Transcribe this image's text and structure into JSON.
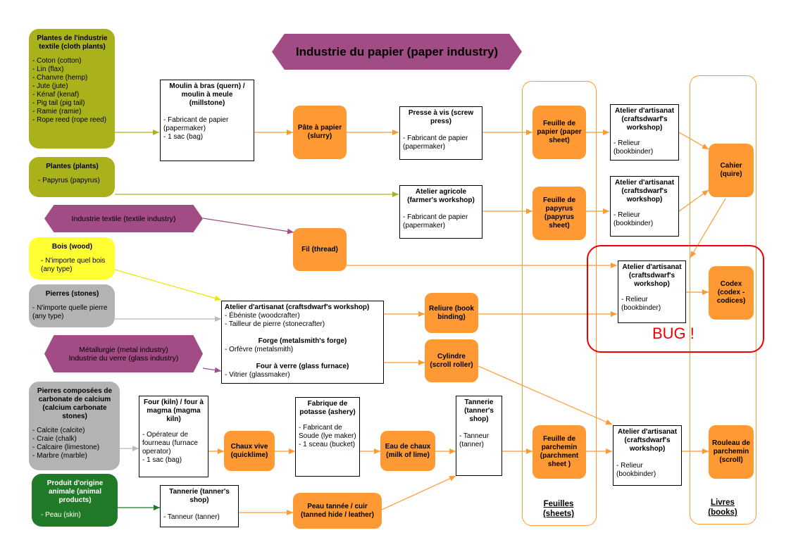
{
  "title": "Industrie du papier (paper industry)",
  "sources": {
    "textile_plants": {
      "title": "Plantes de l'industrie textile (cloth plants)",
      "items": [
        "- Coton (cotton)",
        "- Lin (flax)",
        "- Chanvre (hemp)",
        "- Jute (jute)",
        "- Kénaf (kenaf)",
        "- Pig tail (pig tail)",
        "- Ramie (ramie)",
        "- Rope reed (rope reed)"
      ]
    },
    "plants": {
      "title": "Plantes (plants)",
      "items": [
        "- Papyrus (papyrus)"
      ]
    },
    "wood": {
      "title": "Bois (wood)",
      "items": [
        "- N'importe quel bois (any type)"
      ]
    },
    "stones": {
      "title": "Pierres (stones)",
      "items": [
        "- N'importe quelle pierre (any type)"
      ]
    },
    "calcium": {
      "title": "Pierres composées de carbonate de calcium (calcium carbonate stones)",
      "items": [
        "- Calcite (calcite)",
        "- Craie (chalk)",
        "- Calcaire (limestone)",
        "- Marbre (marble)"
      ]
    },
    "animal": {
      "title": "Produit d'origine animale (animal products)",
      "items": [
        "- Peau (skin)"
      ]
    }
  },
  "industries": {
    "textile": "Industrie textile (textile industry)",
    "metal_glass": [
      "Métallurgie  (metal industry)",
      "Industrie du verre  (glass industry)"
    ]
  },
  "processes": {
    "moulin": {
      "title": "Moulin à bras (quern) / moulin à meule (millstone)",
      "items": [
        "- Fabricant de papier (papermaker)",
        "- 1 sac (bag)"
      ]
    },
    "presse": {
      "title": "Presse à vis (screw press)",
      "items": [
        "- Fabricant de papier (papermaker)"
      ]
    },
    "atelier_agricole": {
      "title": "Atelier agricole (farmer's workshop)",
      "items": [
        "- Fabricant de papier (papermaker)"
      ]
    },
    "craft1": {
      "title": "Atelier d'artisanat (craftsdwarf's workshop)",
      "items": [
        "- Relieur (bookbinder)"
      ]
    },
    "craft2": {
      "title": "Atelier d'artisanat (craftsdwarf's workshop)",
      "items": [
        "- Relieur (bookbinder)"
      ]
    },
    "craft3": {
      "title": "Atelier d'artisanat (craftsdwarf's workshop)",
      "items": [
        "- Relieur (bookbinder)"
      ]
    },
    "craft4": {
      "title": "Atelier d'artisanat (craftsdwarf's workshop)",
      "items": [
        "- Relieur (bookbinder)"
      ]
    },
    "big": {
      "t1": "Atelier d'artisanat (craftsdwarf's workshop)",
      "i1": [
        "- Ébéniste (woodcrafter)",
        "- Tailleur de pierre (stonecrafter)"
      ],
      "t2": "Forge (metalsmith's forge)",
      "i2": [
        "- Orfèvre (metalsmith)"
      ],
      "t3": "Four à verre (glass furnace)",
      "i3": [
        "- Vitrier (glassmaker)"
      ]
    },
    "four": {
      "title": "Four (kiln) / four à magma (magma kiln)",
      "items": [
        "- Opérateur de fourneau (furnace operator)",
        "- 1 sac (bag)"
      ]
    },
    "potasse": {
      "title": "Fabrique de potasse (ashery)",
      "items": [
        "- Fabricant de Soude (lye maker)",
        "- 1 sceau (bucket)"
      ]
    },
    "tannerie1": {
      "title": "Tannerie (tanner's shop)",
      "items": [
        "- Tanneur (tanner)"
      ]
    },
    "tannerie2": {
      "title": "Tannerie (tanner's shop)",
      "items": [
        "- Tanneur (tanner)"
      ]
    }
  },
  "products": {
    "pate": "Pâte à papier (slurry)",
    "fil": "Fil (thread)",
    "reliure": "Reliure (book binding)",
    "cylindre": "Cylindre (scroll roller)",
    "chaux_vive": "Chaux vive (quicklime)",
    "eau_chaux": "Eau de chaux (milk of lime)",
    "peau_tannee": "Peau tannée / cuir (tanned hide / leather)",
    "feuille_papier": "Feuille de papier (paper sheet)",
    "feuille_papyrus": "Feuille de papyrus (papyrus sheet)",
    "feuille_parchemin": "Feuille de parchemin (parchment sheet )",
    "cahier": "Cahier (quire)",
    "codex": "Codex (codex - codices)",
    "rouleau": "Rouleau de parchemin (scroll)"
  },
  "columns": {
    "feuilles": "Feuilles (sheets)",
    "livres": "Livres (books)"
  },
  "bug": "BUG !",
  "colors": {
    "orange": "#ff9933",
    "olive": "#a9b21b",
    "purple": "#a24c85",
    "grey": "#b3b3b3",
    "yellow": "#ffff33",
    "dark_green": "#207a27",
    "bug_red": "#ee0000"
  }
}
